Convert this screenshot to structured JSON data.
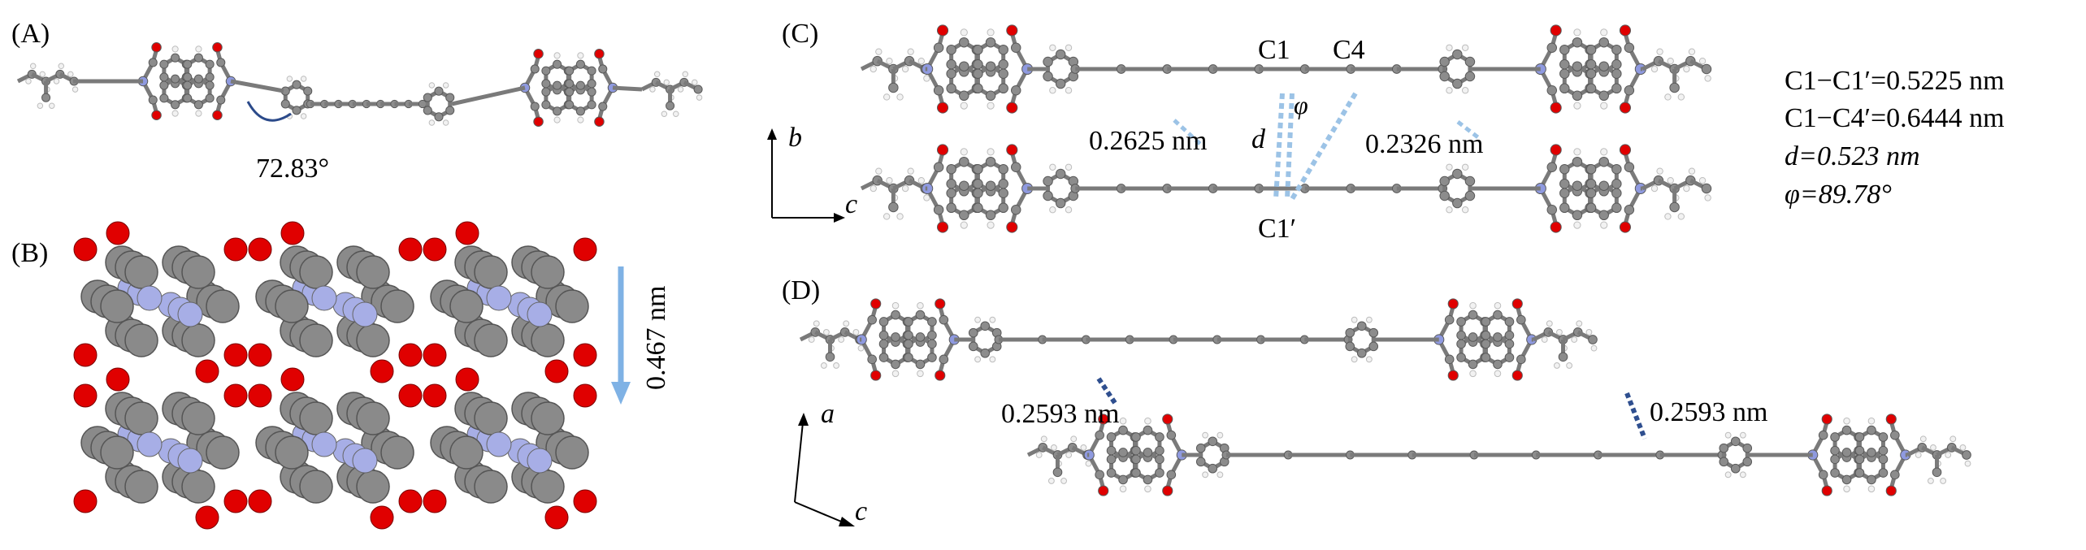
{
  "colors": {
    "carbon": "#8c8c8c",
    "carbon_dark": "#6e6e6e",
    "hydrogen": "#f2f2f2",
    "oxygen": "#e00000",
    "nitrogen": "#8f9ae0",
    "bond": "#7a7a7a",
    "contact_light": "#9cc3e6",
    "contact_dark": "#2f4f8f",
    "arrow_blue": "#7fb2e5",
    "angle_arc": "#2b4a8a"
  },
  "panelA": {
    "label": "(A)",
    "angle": "72.83°"
  },
  "panelB": {
    "label": "(B)",
    "distance": "0.467 nm"
  },
  "panelC": {
    "label": "(C)",
    "atom_c1": "C1",
    "atom_c4": "C4",
    "atom_c1p": "C1′",
    "phi_symbol": "φ",
    "d_symbol": "d",
    "dist_left": "0.2625 nm",
    "dist_right": "0.2326 nm",
    "axis_b": "b",
    "axis_c": "c",
    "metrics": [
      "C1−C1′=0.5225 nm",
      "C1−C4′=0.6444 nm",
      "d=0.523 nm",
      "φ=89.78°"
    ]
  },
  "panelD": {
    "label": "(D)",
    "dist_left": "0.2593 nm",
    "dist_right": "0.2593 nm",
    "axis_a": "a",
    "axis_c": "c"
  }
}
